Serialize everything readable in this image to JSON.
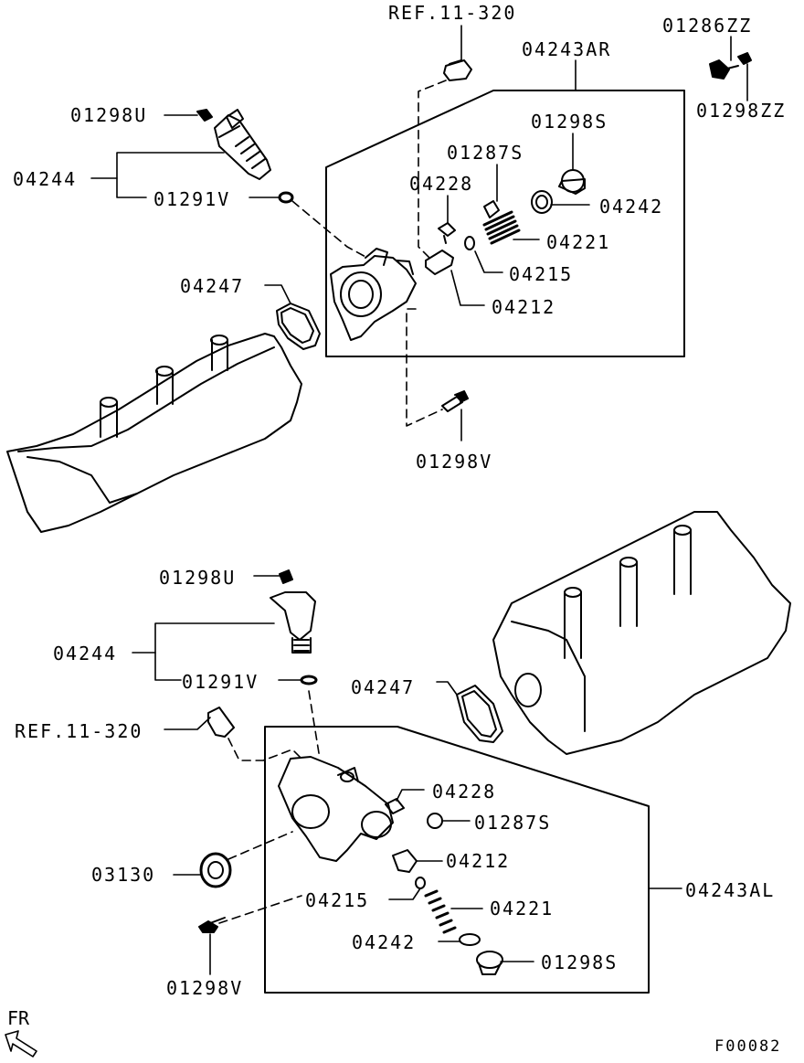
{
  "labels": {
    "ref_upper": "REF.11-320",
    "p04243ar": "04243AR",
    "p01286zz": "01286ZZ",
    "p01298zz": "01298ZZ",
    "p01298u_upper": "01298U",
    "p01298s_upper": "01298S",
    "p01287s_upper": "01287S",
    "p04244_upper": "04244",
    "p04228_upper": "04228",
    "p01291v_upper": "01291V",
    "p04242_upper": "04242",
    "p04221_upper": "04221",
    "p04215_upper": "04215",
    "p04247_upper": "04247",
    "p04212_upper": "04212",
    "p01298v_upper": "01298V",
    "p01298u_lower": "01298U",
    "p04244_lower": "04244",
    "p01291v_lower": "01291V",
    "p04247_lower": "04247",
    "ref_lower": "REF.11-320",
    "p04228_lower": "04228",
    "p01287s_lower": "01287S",
    "p04212_lower": "04212",
    "p03130": "03130",
    "p04243al": "04243AL",
    "p04215_lower": "04215",
    "p04221_lower": "04221",
    "p04242_lower": "04242",
    "p01298s_lower": "01298S",
    "p01298v_lower": "01298V",
    "fr": "FR",
    "figure_code": "F00082"
  }
}
